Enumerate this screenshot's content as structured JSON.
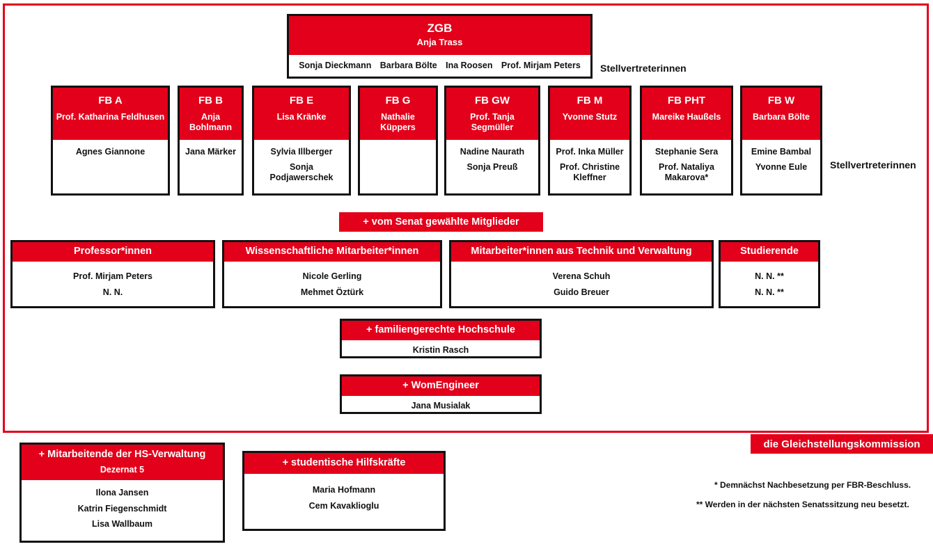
{
  "frame": {
    "accent_color": "#E2001A",
    "border_color": "#111111",
    "banner_label": "die Gleichstellungskommission"
  },
  "zgb": {
    "title": "ZGB",
    "person": "Anja Trass",
    "deputies": [
      "Sonja Dieckmann",
      "Barbara Bölte",
      "Ina Roosen",
      "Prof. Mirjam Peters"
    ],
    "deputies_caption": "Stellvertreterinnen"
  },
  "departments": {
    "deputies_caption": "Stellvertreterinnen",
    "items": [
      {
        "code": "FB A",
        "person": "Prof. Katharina Feldhusen",
        "deputies": [
          "Agnes Giannone"
        ]
      },
      {
        "code": "FB B",
        "person": "Anja Bohlmann",
        "deputies": [
          "Jana Märker"
        ]
      },
      {
        "code": "FB E",
        "person": "Lisa Kränke",
        "deputies": [
          "Sylvia Illberger",
          "Sonja Podjawerschek"
        ]
      },
      {
        "code": "FB G",
        "person": "Nathalie Küppers",
        "deputies": []
      },
      {
        "code": "FB GW",
        "person": "Prof. Tanja Segmüller",
        "deputies": [
          "Nadine Naurath",
          "Sonja Preuß"
        ]
      },
      {
        "code": "FB M",
        "person": "Yvonne Stutz",
        "deputies": [
          "Prof. Inka Müller",
          "Prof. Christine Kleffner"
        ]
      },
      {
        "code": "FB PHT",
        "person": "Mareike Haußels",
        "deputies": [
          "Stephanie Sera",
          "Prof. Nataliya Makarova*"
        ]
      },
      {
        "code": "FB W",
        "person": "Barbara Bölte",
        "deputies": [
          "Emine Bambal",
          "Yvonne Eule"
        ]
      }
    ]
  },
  "senate": {
    "pill_label": "+ vom Senat gewählte Mitglieder",
    "groups": [
      {
        "title": "Professor*innen",
        "members": [
          "Prof. Mirjam Peters",
          "N. N."
        ]
      },
      {
        "title": "Wissenschaftliche Mitarbeiter*innen",
        "members": [
          "Nicole Gerling",
          "Mehmet Öztürk"
        ]
      },
      {
        "title": "Mitarbeiter*innen aus Technik und Verwaltung",
        "members": [
          "Verena Schuh",
          "Guido Breuer"
        ]
      },
      {
        "title": "Studierende",
        "members": [
          "N. N. **",
          "N. N. **"
        ]
      }
    ]
  },
  "additional": [
    {
      "title": "+ familiengerechte Hochschule",
      "members": [
        "Kristin Rasch"
      ]
    },
    {
      "title": "+ WomEngineer",
      "members": [
        "Jana Musialak"
      ]
    }
  ],
  "external": [
    {
      "title": "+ Mitarbeitende der HS-Verwaltung",
      "subtitle": "Dezernat 5",
      "members": [
        "Ilona Jansen",
        "Katrin Fiegenschmidt",
        "Lisa Wallbaum"
      ]
    },
    {
      "title": "+ studentische Hilfskräfte",
      "subtitle": "",
      "members": [
        "Maria Hofmann",
        "Cem Kavaklioglu"
      ]
    }
  ],
  "footnotes": [
    "* Demnächst Nachbesetzung per FBR-Beschluss.",
    "** Werden in der nächsten Senatssitzung neu besetzt."
  ]
}
